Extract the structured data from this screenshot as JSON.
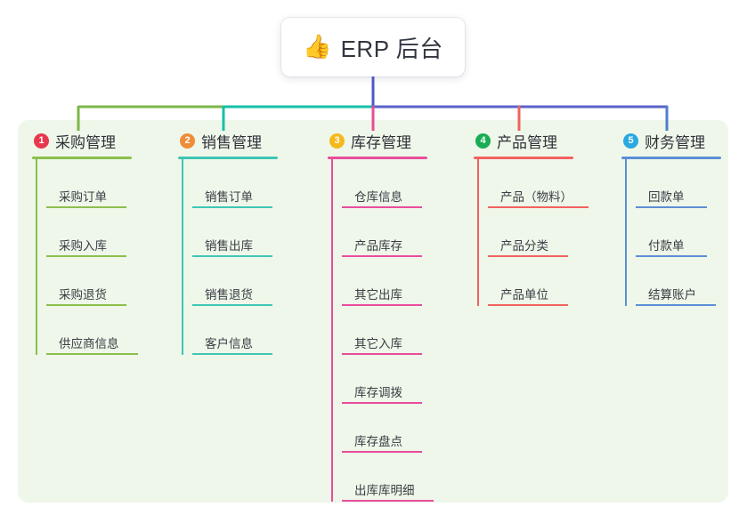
{
  "diagram": {
    "title": "ERP 后台",
    "root": {
      "icon": "thumbs-up-icon",
      "emoji": "👍",
      "label": "ERP 后台"
    },
    "card_background": "#eef7e9",
    "connector_segments": [
      {
        "name": "green-bar",
        "color": "#7fb648"
      },
      {
        "name": "teal-bar",
        "color": "#16bfa8"
      },
      {
        "name": "indigo-bar",
        "color": "#5a62c8"
      },
      {
        "name": "root-stem",
        "color": "#4f57c4"
      }
    ],
    "columns": [
      {
        "number": "1",
        "title": "采购管理",
        "badge_color": "#e8384f",
        "line_color": "#8cbf4d",
        "items": [
          {
            "label": "采购订单"
          },
          {
            "label": "采购入库"
          },
          {
            "label": "采购退货"
          },
          {
            "label": "供应商信息"
          }
        ]
      },
      {
        "number": "2",
        "title": "销售管理",
        "badge_color": "#f08c38",
        "line_color": "#3fc6b5",
        "items": [
          {
            "label": "销售订单"
          },
          {
            "label": "销售出库"
          },
          {
            "label": "销售退货"
          },
          {
            "label": "客户信息"
          }
        ]
      },
      {
        "number": "3",
        "title": "库存管理",
        "badge_color": "#f5b91e",
        "line_color": "#e94d9b",
        "items": [
          {
            "label": "仓库信息"
          },
          {
            "label": "产品库存"
          },
          {
            "label": "其它出库"
          },
          {
            "label": "其它入库"
          },
          {
            "label": "库存调拨"
          },
          {
            "label": "库存盘点"
          },
          {
            "label": "出库库明细"
          }
        ]
      },
      {
        "number": "4",
        "title": "产品管理",
        "badge_color": "#1aad54",
        "line_color": "#f2615f",
        "items": [
          {
            "label": "产品（物料）"
          },
          {
            "label": "产品分类"
          },
          {
            "label": "产品单位"
          }
        ]
      },
      {
        "number": "5",
        "title": "财务管理",
        "badge_color": "#2aa8e0",
        "line_color": "#5b8fd6",
        "items": [
          {
            "label": "回款单"
          },
          {
            "label": "付款单"
          },
          {
            "label": "结算账户"
          }
        ]
      }
    ]
  }
}
